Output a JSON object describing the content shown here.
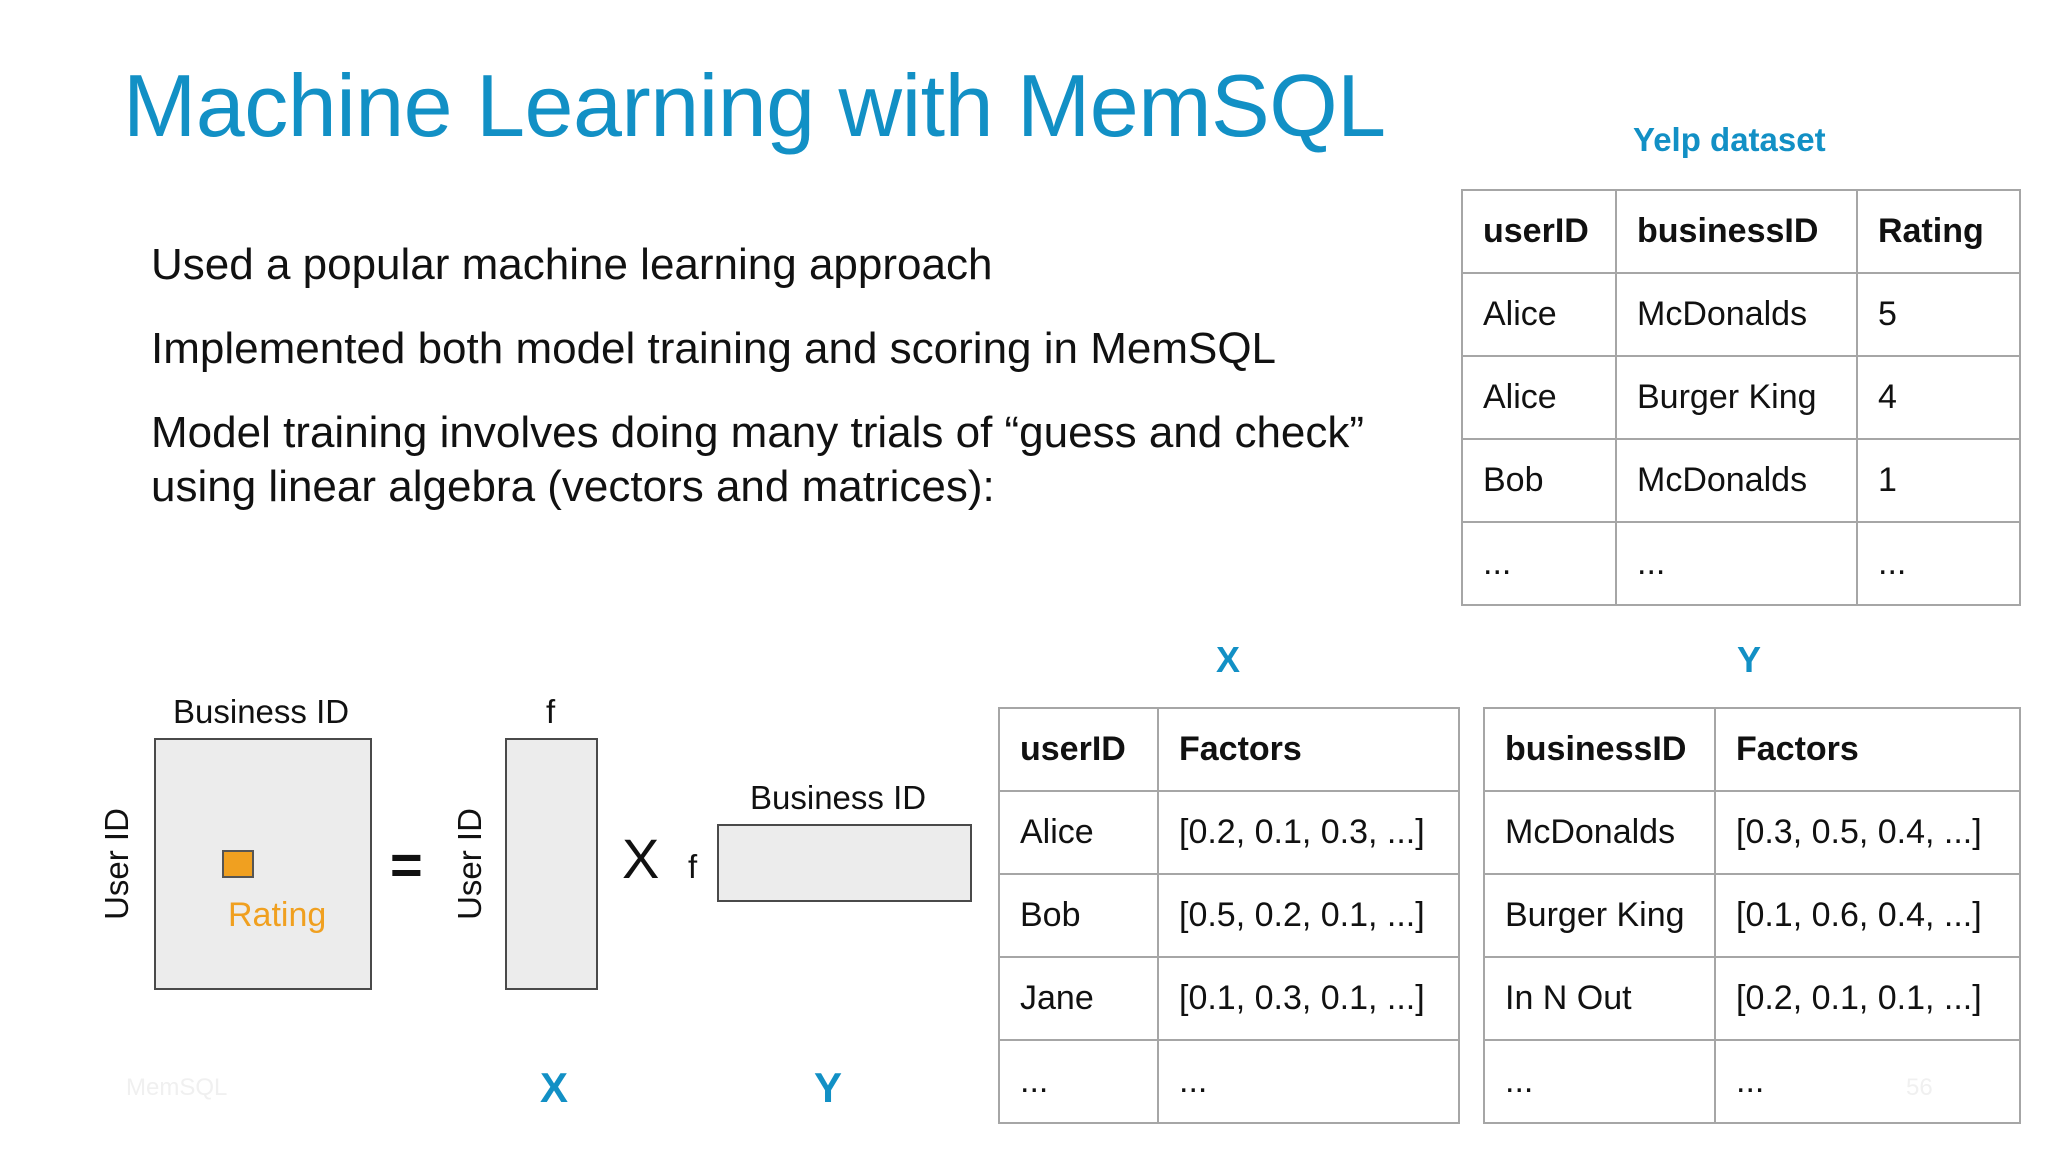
{
  "slide": {
    "title": "Machine Learning with MemSQL",
    "bullets": [
      "Used a popular machine learning approach",
      "Implemented both model training and scoring in MemSQL",
      "Model training involves doing many trials of “guess and check”",
      "using linear algebra (vectors and matrices):"
    ],
    "footer_brand": "MemSQL",
    "page_number": "56"
  },
  "yelp": {
    "caption": "Yelp dataset",
    "headers": [
      "userID",
      "businessID",
      "Rating"
    ],
    "rows": [
      [
        "Alice",
        "McDonalds",
        "5"
      ],
      [
        "Alice",
        "Burger King",
        "4"
      ],
      [
        "Bob",
        "McDonalds",
        "1"
      ],
      [
        "...",
        "...",
        "..."
      ]
    ]
  },
  "x_table": {
    "caption": "X",
    "headers": [
      "userID",
      "Factors"
    ],
    "rows": [
      [
        "Alice",
        "[0.2, 0.1, 0.3, ...]"
      ],
      [
        "Bob",
        "[0.5, 0.2, 0.1, ...]"
      ],
      [
        "Jane",
        "[0.1, 0.3, 0.1, ...]"
      ],
      [
        "...",
        "..."
      ]
    ]
  },
  "y_table": {
    "caption": "Y",
    "headers": [
      "businessID",
      "Factors"
    ],
    "rows": [
      [
        "McDonalds",
        "[0.3, 0.5, 0.4, ...]"
      ],
      [
        "Burger King",
        "[0.1, 0.6, 0.4, ...]"
      ],
      [
        "In N Out",
        "[0.2, 0.1, 0.1, ...]"
      ],
      [
        "...",
        "..."
      ]
    ]
  },
  "diagram": {
    "business_id_top": "Business ID",
    "user_id_left": "User ID",
    "rating": "Rating",
    "equals": "=",
    "user_id_x": "User ID",
    "f_top": "f",
    "times": "X",
    "f_left": "f",
    "business_id_y": "Business ID",
    "x_label": "X",
    "y_label": "Y"
  },
  "colors": {
    "accent": "#1290c5",
    "rating": "#f0a020"
  }
}
